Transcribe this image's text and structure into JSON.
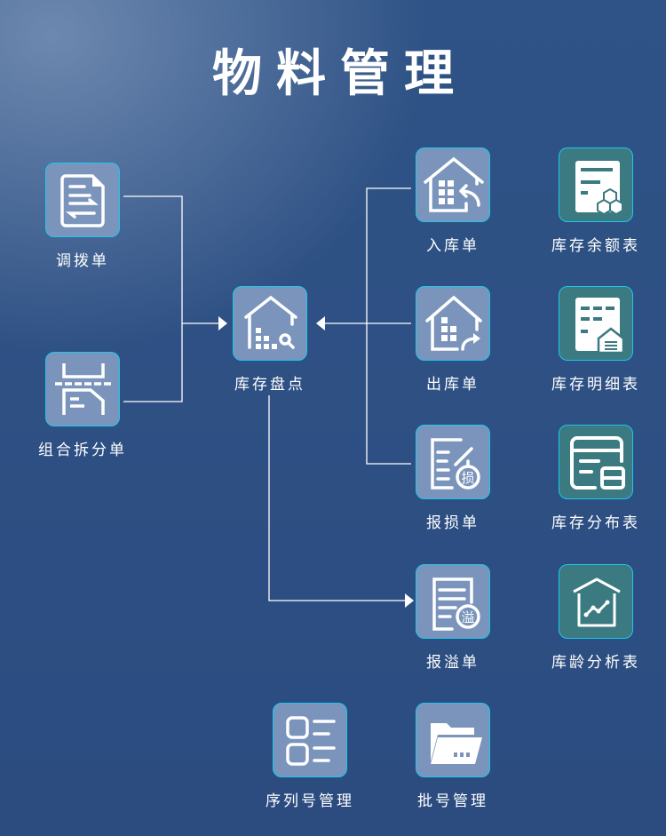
{
  "title": "物料管理",
  "items": {
    "transfer": "调拨单",
    "assembly": "组合拆分单",
    "stocktake": "库存盘点",
    "inbound": "入库单",
    "outbound": "出库单",
    "loss": "报损单",
    "overflow": "报溢单",
    "serial": "序列号管理",
    "batch": "批号管理",
    "balance": "库存余额表",
    "detail": "库存明细表",
    "distribution": "库存分布表",
    "aging": "库龄分析表"
  },
  "badges": {
    "loss": "损",
    "overflow": "溢"
  },
  "colors": {
    "tile": "#7a94bc",
    "teal": "#3a7a80",
    "border": "#1ec8ec",
    "bg": "#2e4f83"
  }
}
